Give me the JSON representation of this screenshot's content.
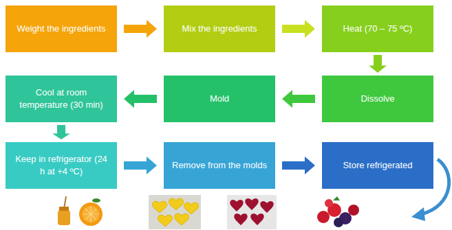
{
  "diagram": {
    "nodes": [
      {
        "text": [
          "Weight the ingredients"
        ]
      },
      {
        "text": [
          "Mix the ingredients"
        ]
      },
      {
        "text": [
          "Heat (70 – 75 ºC)"
        ]
      },
      {
        "text": [
          "Dissolve"
        ]
      },
      {
        "text": [
          "Mold"
        ]
      },
      {
        "text": [
          "Cool at room temperature (30 min)"
        ]
      },
      {
        "text": [
          "Keep in refrigerator (24 h at +4 ºC)"
        ]
      },
      {
        "text": [
          "Remove from the molds"
        ]
      },
      {
        "text": [
          "Store refrigerated"
        ]
      }
    ],
    "edges": [
      {
        "from": 0,
        "to": 1,
        "arrow": "to"
      },
      {
        "from": 1,
        "to": 2,
        "arrow": "to"
      },
      {
        "from": 2,
        "to": 3,
        "arrow": "to"
      },
      {
        "from": 3,
        "to": 4,
        "arrow": "to"
      },
      {
        "from": 4,
        "to": 5,
        "arrow": "to"
      },
      {
        "from": 5,
        "to": 6,
        "arrow": "to"
      },
      {
        "from": 6,
        "to": 7,
        "arrow": "to"
      },
      {
        "from": 7,
        "to": 8,
        "arrow": "to"
      }
    ]
  }
}
